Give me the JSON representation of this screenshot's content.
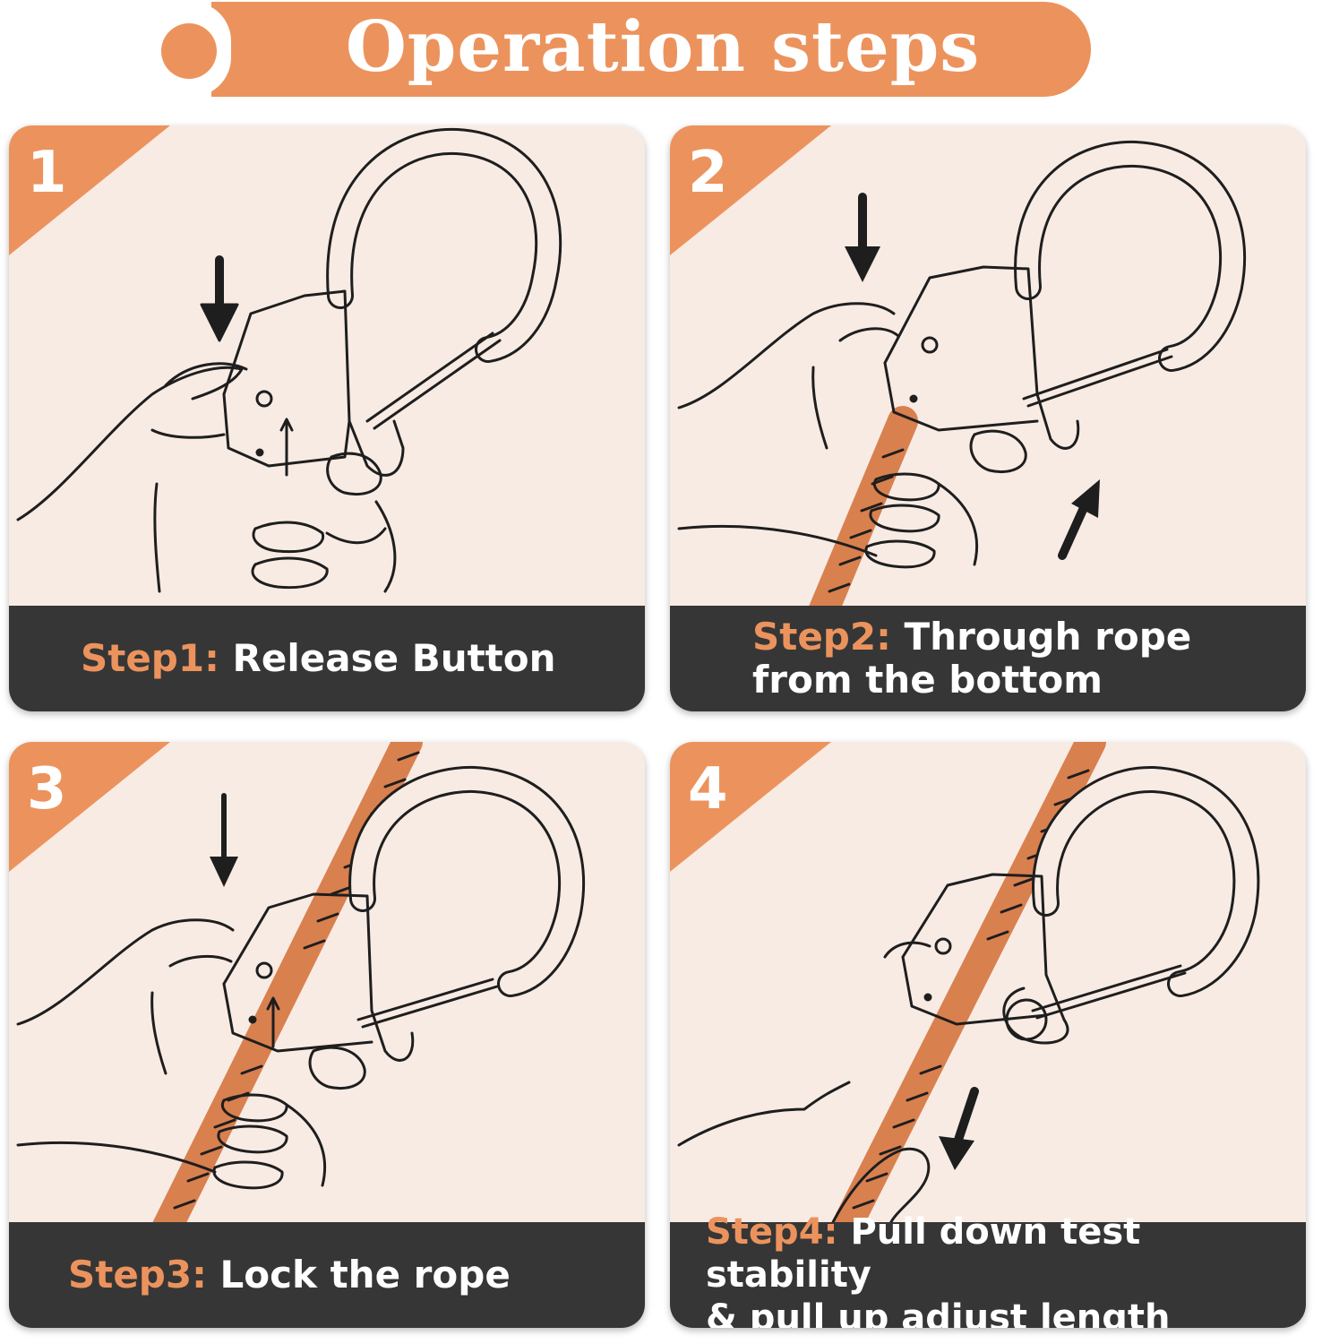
{
  "header": {
    "title": "Operation steps"
  },
  "colors": {
    "accent": "#ec935d",
    "panel_bg": "#f8ebe4",
    "caption_bg": "#363636",
    "rope": "#d9804f"
  },
  "steps": [
    {
      "number": "1",
      "label": "Step1:",
      "text_line1": "Release Button",
      "text_line2": "",
      "illustration": "hand-pressing-button-icon"
    },
    {
      "number": "2",
      "label": "Step2:",
      "text_line1": "Through rope",
      "text_line2": "from the bottom",
      "illustration": "rope-through-bottom-icon"
    },
    {
      "number": "3",
      "label": "Step3:",
      "text_line1": "Lock the rope",
      "text_line2": "",
      "illustration": "lock-rope-icon"
    },
    {
      "number": "4",
      "label": "Step4:",
      "text_line1": "Pull down test stability",
      "text_line2": "& pull up adjust length",
      "illustration": "pull-rope-icon"
    }
  ]
}
